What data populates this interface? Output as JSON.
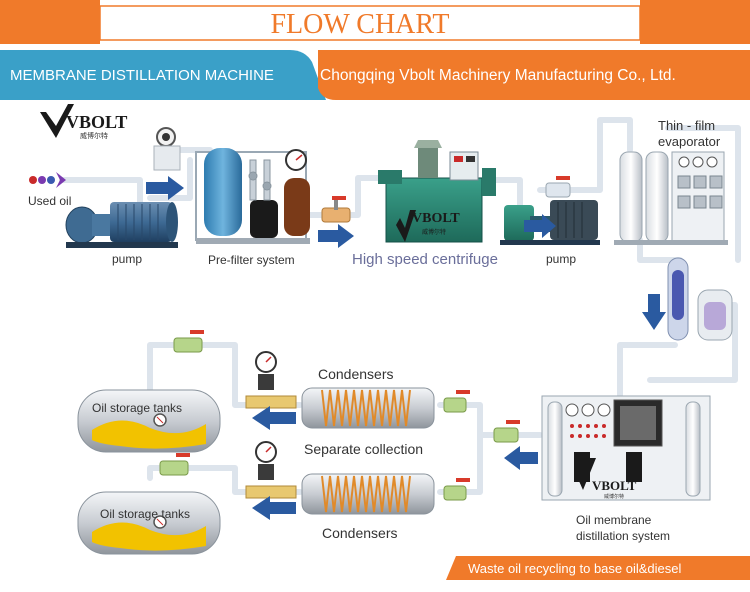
{
  "header": {
    "title": "FLOW CHART",
    "machine_label": "MEMBRANE DISTILLATION MACHINE",
    "company": "Chongqing Vbolt Machinery Manufacturing Co., Ltd."
  },
  "logo": {
    "brand": "VBOLT",
    "subtitle": "威博尔特"
  },
  "labels": {
    "used_oil": "Used  oil",
    "pump1": "pump",
    "prefilter": "Pre-filter system",
    "centrifuge": "High speed centrifuge",
    "pump2": "pump",
    "evaporator_line1": "Thin - film",
    "evaporator_line2": "evaporator",
    "condensers_top": "Condensers",
    "separate": "Separate collection",
    "condensers_bottom": "Condensers",
    "tank_top": "Oil storage tanks",
    "tank_bottom": "Oil storage tanks",
    "membrane_line1": "Oil    membrane",
    "membrane_line2": "distillation system"
  },
  "footer": {
    "banner": "Waste oil recycling to base oil&diesel"
  },
  "colors": {
    "orange": "#f07a2a",
    "blue_banner": "#3aa0c8",
    "arrow_blue": "#2a5aa0",
    "pipe": "#dfe6ee",
    "valve_green": "#b6d58a",
    "handle_red": "#d83a2a",
    "oil_yellow": "#f2c200"
  }
}
